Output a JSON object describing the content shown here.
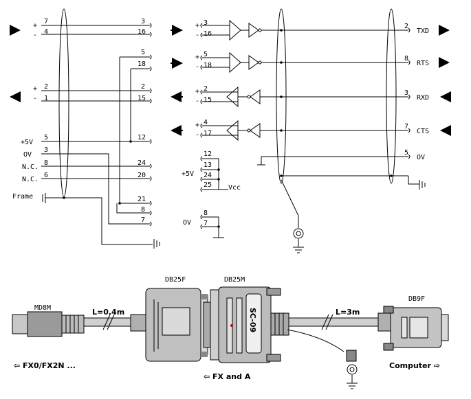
{
  "left_block": {
    "pins_left": [
      "7",
      "4",
      "2",
      "1",
      "5",
      "3",
      "8",
      "6"
    ],
    "pins_right": [
      "3",
      "16",
      "5",
      "18",
      "2",
      "15",
      "12",
      "24",
      "20",
      "21",
      "8",
      "7"
    ],
    "labels": [
      "+5V",
      "OV",
      "N.C.",
      "N.C.",
      "Frame"
    ],
    "signs": [
      "+",
      "-",
      "+",
      "-"
    ]
  },
  "middle_block": {
    "pins": [
      "3",
      "16",
      "5",
      "18",
      "2",
      "15",
      "4",
      "17"
    ],
    "vcc_pins": [
      "12",
      "13",
      "24",
      "25"
    ],
    "gnd_pins": [
      "8",
      "7"
    ],
    "vcc_label": "+5V",
    "vcc_text": "Vcc",
    "gnd_label": "OV"
  },
  "right_block": {
    "pins": [
      "2",
      "8",
      "3",
      "7",
      "5"
    ],
    "signals": [
      "TXD",
      "RTS",
      "RXD",
      "CTS",
      "OV"
    ]
  },
  "cable": {
    "md8m": "MD8M",
    "db25f": "DB25F",
    "db25m": "DB25M",
    "db9f": "DB9F",
    "len1": "L=0.4m",
    "len2": "L=3m",
    "adapter": "SC-09",
    "left_caption": "FX0/FX2N ...",
    "mid_caption": "FX and A",
    "right_caption": "Computer"
  }
}
